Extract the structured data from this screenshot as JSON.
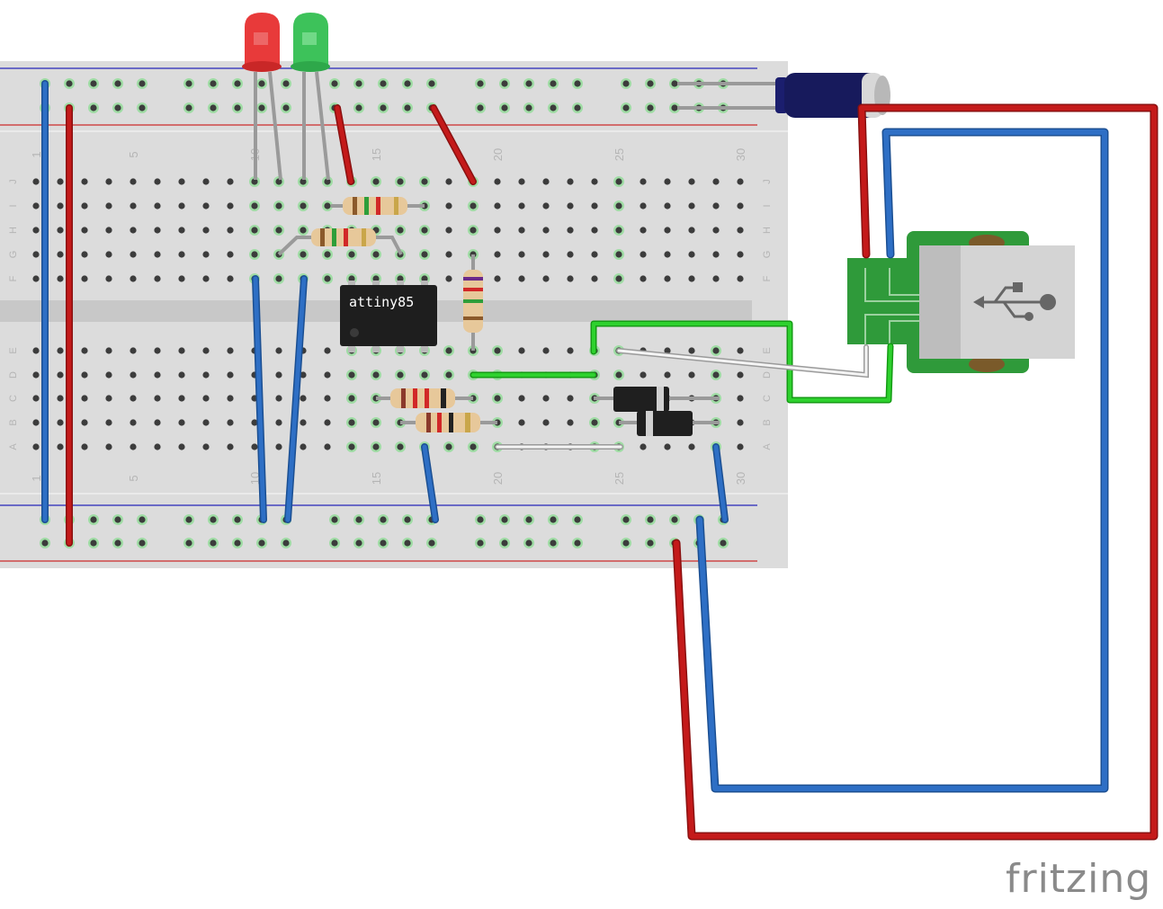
{
  "diagram": {
    "chip_label": "attiny85",
    "brand": "fritzing",
    "column_numbers": [
      "1",
      "5",
      "10",
      "15",
      "20",
      "25",
      "30"
    ],
    "rows_top": [
      "J",
      "I",
      "H",
      "G",
      "F"
    ],
    "rows_bottom": [
      "E",
      "D",
      "C",
      "B",
      "A"
    ],
    "components": [
      "breadboard",
      "red-led",
      "green-led",
      "resistor",
      "resistor",
      "resistor",
      "resistor",
      "resistor",
      "attiny85-chip",
      "diode",
      "diode",
      "electrolytic-capacitor",
      "usb-connector"
    ],
    "colors": {
      "red_wire": "#c41a1a",
      "blue_wire": "#2e6fc5",
      "green_wire": "#22c822",
      "white_wire": "#f4f4f4",
      "breadboard": "#dcdcdc",
      "pcb": "#2f9a3a"
    }
  }
}
